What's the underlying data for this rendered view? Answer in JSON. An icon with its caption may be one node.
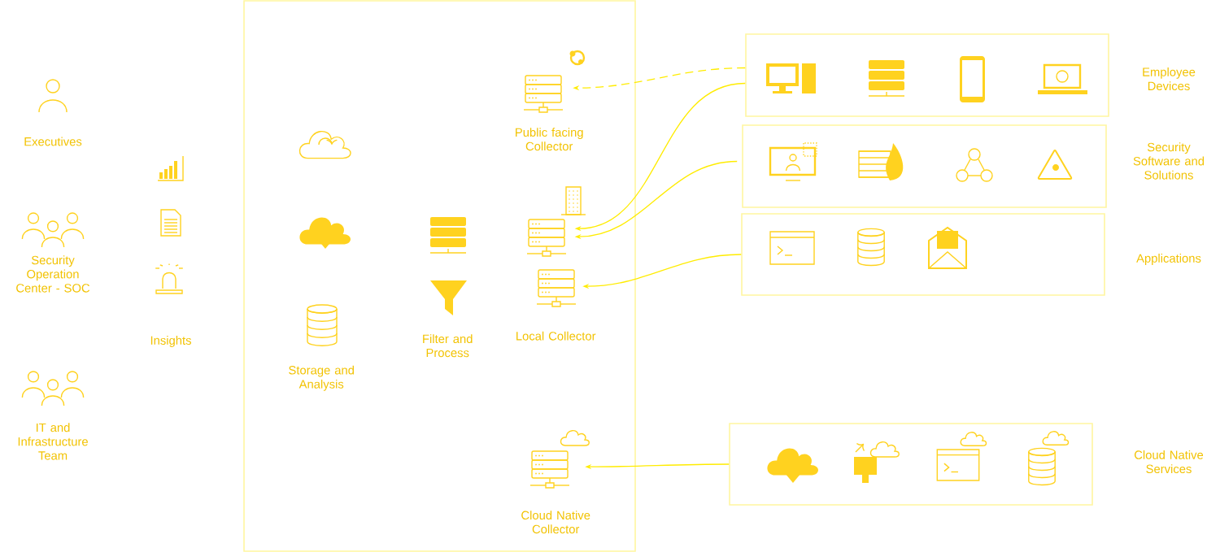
{
  "diagram": {
    "nodes": [
      {
        "text": [],
        "shape": "box"
      },
      {
        "text": [
          "Executives"
        ]
      },
      {
        "text": [
          "Security Operation Center - SOC"
        ]
      },
      {
        "text": [
          "IT and Infrastructure Team"
        ]
      },
      {
        "text": [
          "Insights"
        ]
      },
      {
        "text": [
          "Storage and Analysis"
        ],
        "in": 0
      },
      {
        "text": [
          "Filter and Process"
        ],
        "in": 0
      },
      {
        "text": [
          "Public facing Collector"
        ],
        "in": 0
      },
      {
        "text": [],
        "shape": "picture",
        "in": 0
      },
      {
        "text": [
          "Local Collector"
        ],
        "in": 0
      },
      {
        "text": [
          "Cloud Native Collector"
        ],
        "in": 0
      },
      {
        "text": [
          "Employee Devices"
        ]
      },
      {
        "text": [
          "Security Software and Solutions"
        ]
      },
      {
        "text": [
          "Applications"
        ]
      },
      {
        "text": [
          "Cloud Native Services"
        ]
      }
    ],
    "edges": [
      {
        "from": 11,
        "to": 7,
        "arrow": "to",
        "style": "dashed"
      },
      {
        "from": 11,
        "to": 8,
        "arrow": "to"
      },
      {
        "from": 12,
        "to": 8,
        "arrow": "to"
      },
      {
        "from": 13,
        "to": 9,
        "arrow": "to"
      },
      {
        "from": 14,
        "to": 10,
        "arrow": "to"
      }
    ]
  }
}
